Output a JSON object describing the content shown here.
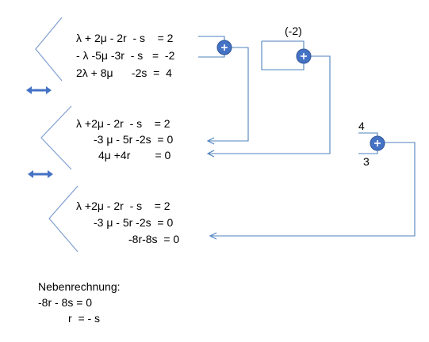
{
  "system1": {
    "eq1": "λ + 2μ - 2r  - s    = 2",
    "eq2": "- λ -5μ -3r  - s   =  -2",
    "eq3": "2λ + 8μ      -2s  =  4"
  },
  "system2": {
    "eq1": "λ +2μ - 2r  - s    = 2",
    "eq2": "-3 μ - 5r -2s  = 0",
    "eq3": "4μ +4r        = 0"
  },
  "system3": {
    "eq1": "λ +2μ - 2r  - s    = 2",
    "eq2": "-3 μ - 5r -2s  = 0",
    "eq3": "-8r-8s  = 0"
  },
  "multipliers": {
    "minus_two": "(-2)",
    "four": "4",
    "three": "3"
  },
  "side_calc": {
    "title": "Nebenrechnung:",
    "line1": "-8r - 8s = 0",
    "line2": "r  = - s"
  },
  "colors": {
    "line": "#4f81bd",
    "node_fill": "#4472c4",
    "node_text": "#ffffff",
    "bracket": "#7f9fd0",
    "text": "#000000"
  },
  "icons": {
    "plus_node": "circle-plus-icon",
    "equivalence": "double-arrow-icon"
  }
}
